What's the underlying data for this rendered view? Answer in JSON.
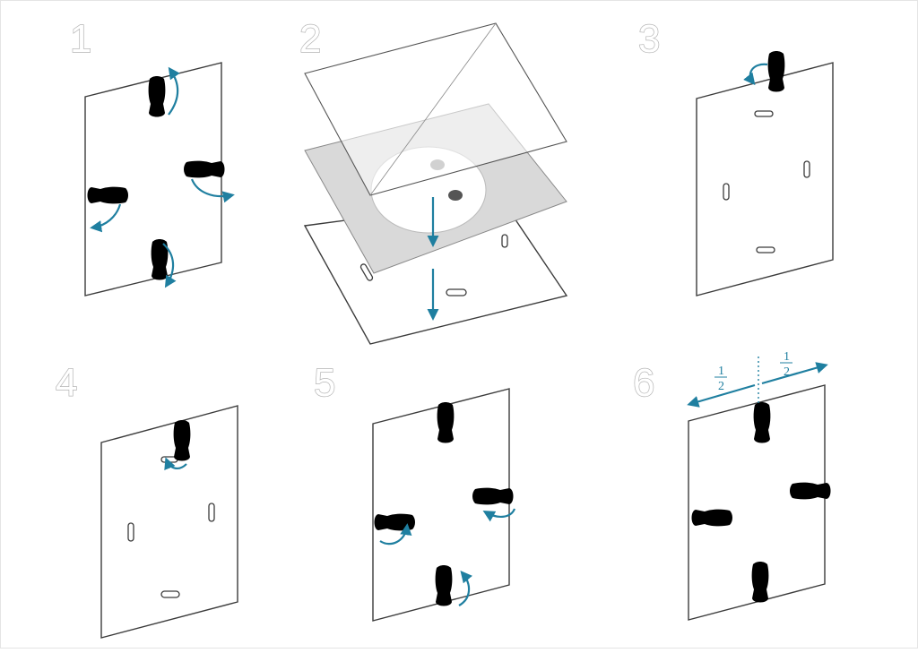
{
  "steps": [
    {
      "number": "1"
    },
    {
      "number": "2"
    },
    {
      "number": "3"
    },
    {
      "number": "4"
    },
    {
      "number": "5"
    },
    {
      "number": "6"
    }
  ],
  "measure": {
    "left_fraction_num": "1",
    "left_fraction_den": "2",
    "right_fraction_num": "1",
    "right_fraction_den": "2"
  },
  "colors": {
    "accent": "#1f7fa0",
    "outline": "#3b3b3b",
    "insert_grey": "#d9d9d9",
    "step_number": "#b5b5b5"
  },
  "icons": [
    "clip-icon",
    "rotate-arrow-icon",
    "down-arrow-icon",
    "hanger-icon",
    "measure-arrow-icon"
  ]
}
